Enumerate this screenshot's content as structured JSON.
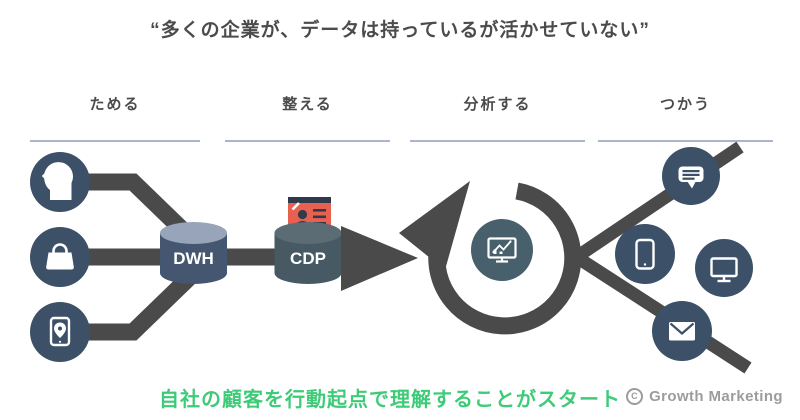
{
  "title": "“多くの企業が、データは持っているが活かせていない”",
  "stages": [
    {
      "id": "store",
      "label": "ためる"
    },
    {
      "id": "prepare",
      "label": "整える"
    },
    {
      "id": "analyze",
      "label": "分析する"
    },
    {
      "id": "use",
      "label": "つかう"
    }
  ],
  "sources": [
    {
      "icon": "person-profile-icon"
    },
    {
      "icon": "shopping-bag-icon"
    },
    {
      "icon": "mobile-location-icon"
    }
  ],
  "pipeline": {
    "dwh_label": "DWH",
    "cdp_label": "CDP",
    "cdp_icon": "customer-profile-card-icon"
  },
  "analysis": {
    "icon": "analytics-monitor-icon"
  },
  "channels": [
    {
      "icon": "chat-message-icon"
    },
    {
      "icon": "smartphone-icon"
    },
    {
      "icon": "desktop-monitor-icon"
    },
    {
      "icon": "mail-icon"
    }
  ],
  "footer": {
    "message": "自社の顧客を行動起点で理解することがスタート",
    "copyright_symbol": "C",
    "credit": "Growth Marketing"
  },
  "colors": {
    "accent_green": "#3ecb78",
    "node_navy": "#3c5068",
    "analysis_teal": "#47606b",
    "connector_gray": "#4a4a4a",
    "dwh_body": "#455671",
    "dwh_top": "#97a4b9",
    "cdp_body": "#475962",
    "cdp_top": "#5b6c74",
    "cdp_card_red": "#e8604f",
    "card_detail_navy": "#2f3b4d",
    "heading_gray": "#4b4b4b",
    "underline_blue_gray": "#a9b5c9",
    "credit_gray": "#9c9c9c"
  }
}
